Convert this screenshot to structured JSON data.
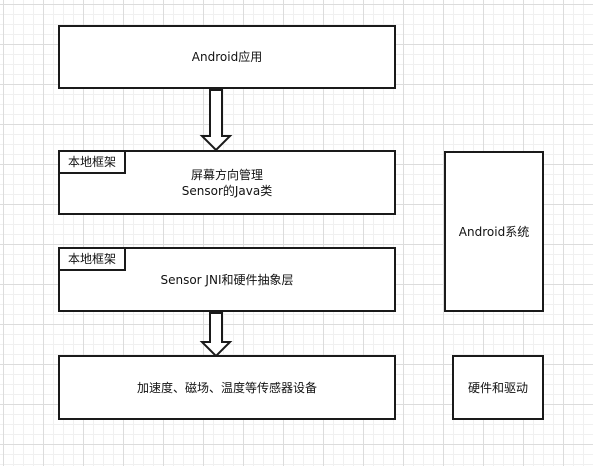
{
  "diagram": {
    "android_app": {
      "label": "Android应用"
    },
    "native_framework_1": {
      "tag": "本地框架",
      "line1": "屏幕方向管理",
      "line2": "Sensor的Java类"
    },
    "native_framework_2": {
      "tag": "本地框架",
      "label": "Sensor JNI和硬件抽象层"
    },
    "sensor_devices": {
      "label": "加速度、磁场、温度等传感器设备"
    },
    "android_system": {
      "label": "Android系统"
    },
    "hardware_driver": {
      "label": "硬件和驱动"
    }
  }
}
